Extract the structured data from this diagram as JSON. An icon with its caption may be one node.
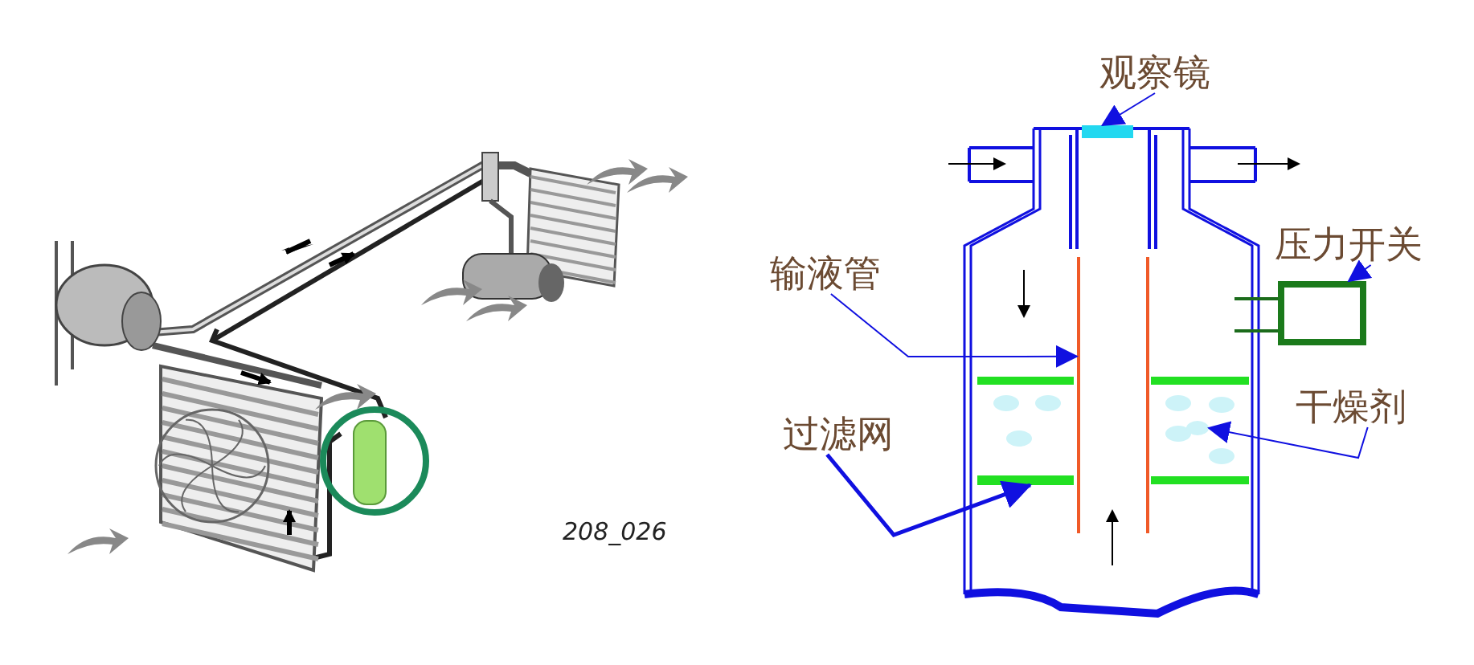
{
  "diagram": {
    "nodes": [
      {
        "text": [
          "观察镜"
        ]
      },
      {
        "text": [],
        "shape": "bar"
      },
      {
        "text": [
          "输液管"
        ]
      },
      {
        "text": [],
        "shape": "bar"
      },
      {
        "text": [
          "压力开关"
        ]
      },
      {
        "text": [],
        "shape": "box"
      },
      {
        "text": [
          "过滤网"
        ]
      },
      {
        "text": [],
        "shape": "bar"
      },
      {
        "text": [
          "干燥剂"
        ]
      },
      {
        "text": [],
        "shape": "circle"
      }
    ],
    "edges": [
      {
        "from": 0,
        "to": 1,
        "arrow": "to"
      },
      {
        "from": 2,
        "to": 3,
        "arrow": "to"
      },
      {
        "from": 4,
        "to": 5,
        "arrow": "to"
      },
      {
        "from": 6,
        "to": 7,
        "arrow": "to",
        "style": "thick"
      },
      {
        "from": 8,
        "to": 9,
        "arrow": "to"
      }
    ],
    "labels": [
      "208_026"
    ]
  }
}
